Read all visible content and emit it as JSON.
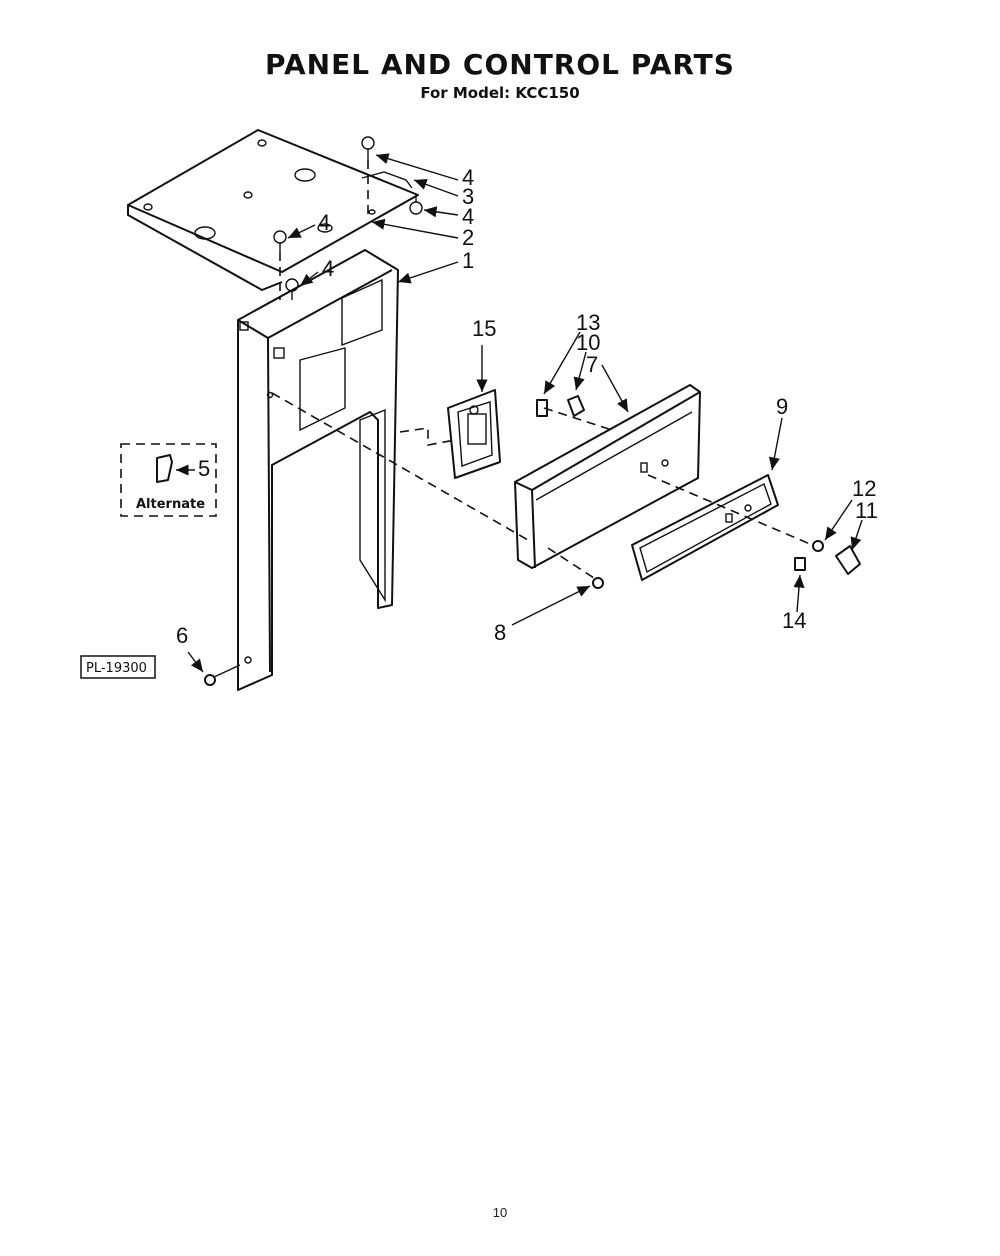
{
  "title": "PANEL AND CONTROL PARTS",
  "subtitle": "For Model: KCC150",
  "plate_number": "PL-19300",
  "alternate_label": "Alternate",
  "page_number": "10",
  "callouts": {
    "c1": "1",
    "c2": "2",
    "c3": "3",
    "c4a": "4",
    "c4b": "4",
    "c4c": "4",
    "c4d": "4",
    "c5": "5",
    "c6": "6",
    "c7": "7",
    "c8": "8",
    "c9": "9",
    "c10": "10",
    "c11": "11",
    "c12": "12",
    "c13": "13",
    "c14": "14",
    "c15": "15"
  }
}
